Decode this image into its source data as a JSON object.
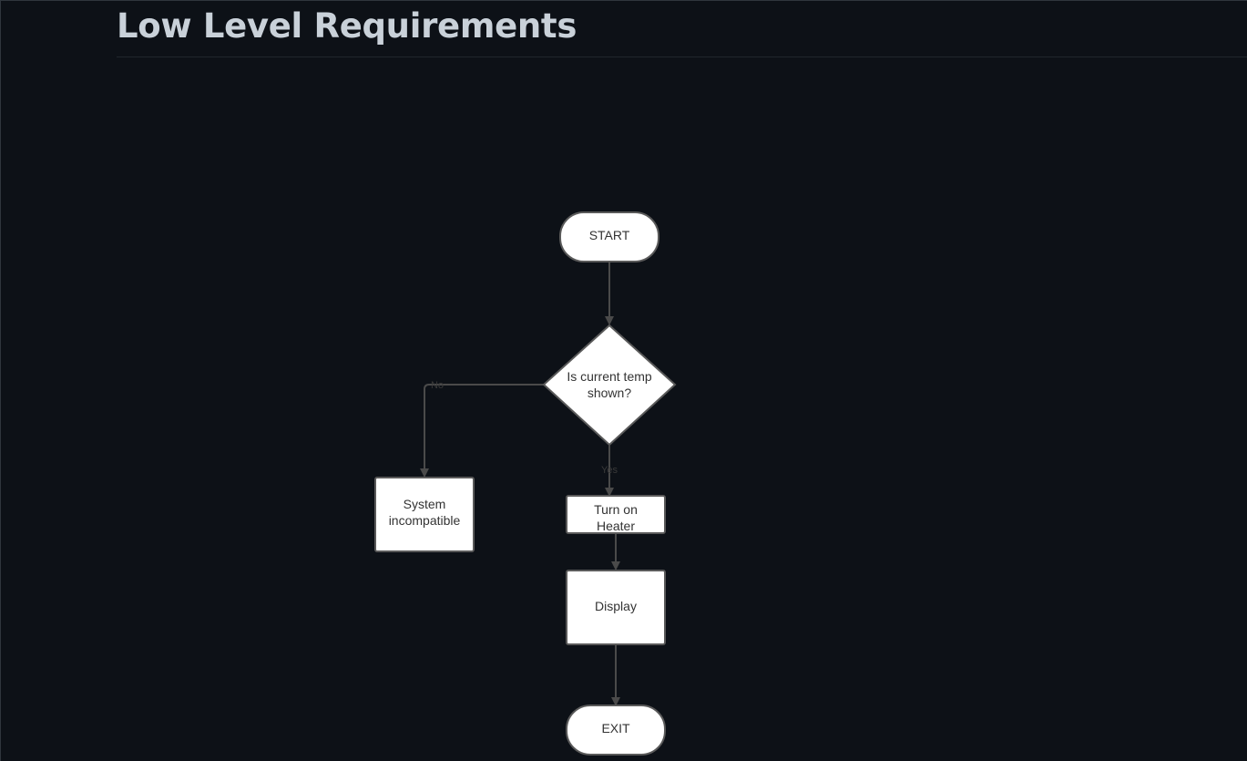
{
  "page": {
    "heading": "Low Level Requirements"
  },
  "flowchart": {
    "start": "START",
    "decision": [
      "Is current temp",
      "shown?"
    ],
    "no_label": "No",
    "yes_label": "Yes",
    "incompatible": [
      "System",
      "incompatible"
    ],
    "heater": [
      "Turn on",
      "Heater"
    ],
    "display": "Display",
    "exit": "EXIT"
  }
}
